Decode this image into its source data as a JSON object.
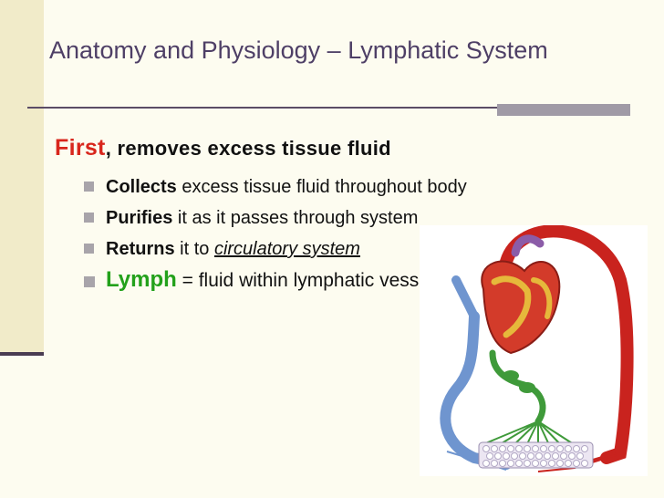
{
  "slide": {
    "title": "Anatomy and Physiology – Lymphatic System",
    "heading": {
      "lead": "First",
      "comma": ",",
      "rest": " removes excess tissue fluid"
    },
    "bullets": [
      {
        "bold": "Collects",
        "rest": " excess tissue fluid throughout body"
      },
      {
        "bold": "Purifies",
        "rest": " it as it passes through system"
      },
      {
        "bold": "Returns",
        "rest": " it to ",
        "link": "circulatory system"
      },
      {
        "bold": "Lymph",
        "rest": " = fluid within lymphatic vessels"
      }
    ]
  },
  "colors": {
    "title": "#4e3f66",
    "accent_red": "#d8261c",
    "accent_green": "#23a11b",
    "background": "#fdfcf0"
  },
  "illustration": {
    "icon": "heart-lymphatic-diagram-icon"
  }
}
